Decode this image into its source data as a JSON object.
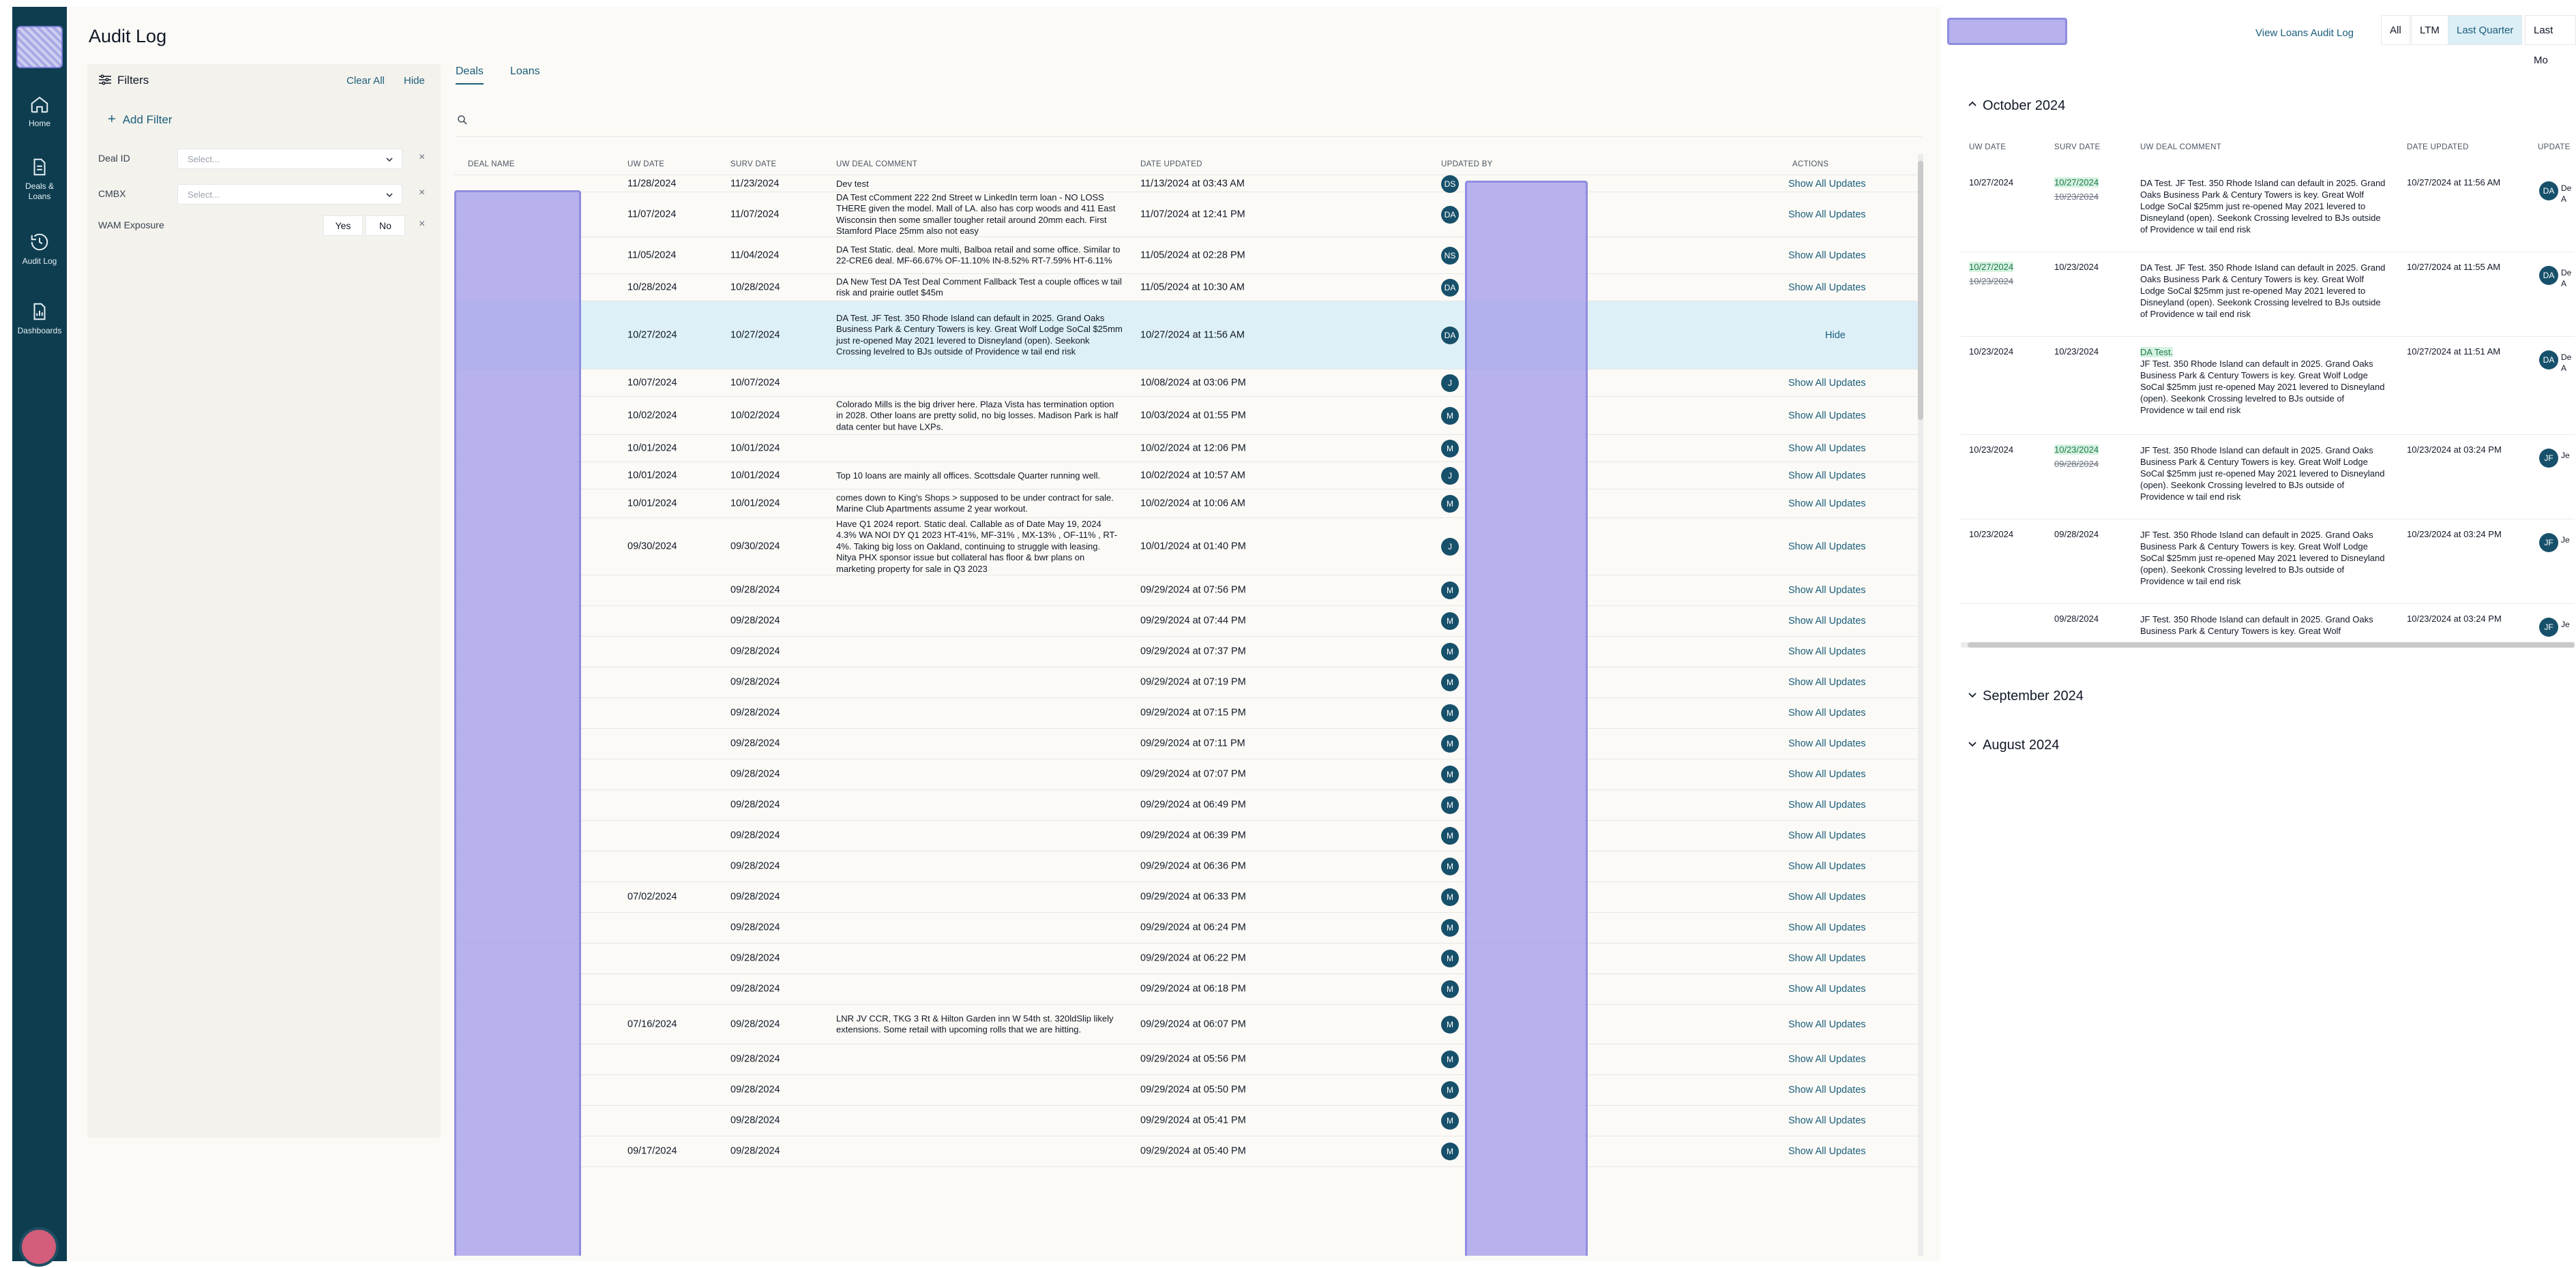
{
  "nav": {
    "items": [
      {
        "label": "Home",
        "icon": "home-icon"
      },
      {
        "label": "Deals & Loans",
        "icon": "document-icon"
      },
      {
        "label": "Audit Log",
        "icon": "history-icon"
      },
      {
        "label": "Dashboards",
        "icon": "chart-file-icon"
      }
    ]
  },
  "page": {
    "title": "Audit Log"
  },
  "filters": {
    "title": "Filters",
    "clear_all": "Clear All",
    "hide": "Hide",
    "add_filter": "Add Filter",
    "rows": [
      {
        "label": "Deal ID",
        "placeholder": "Select..."
      },
      {
        "label": "CMBX",
        "placeholder": "Select..."
      }
    ],
    "wam": {
      "label": "WAM Exposure",
      "yes": "Yes",
      "no": "No"
    },
    "remove": "×"
  },
  "tabs": {
    "deals": "Deals",
    "loans": "Loans"
  },
  "table": {
    "headers": {
      "deal_name": "DEAL NAME",
      "uw_date": "UW DATE",
      "surv_date": "SURV DATE",
      "uw_comment": "UW DEAL COMMENT",
      "date_updated": "DATE UPDATED",
      "updated_by": "UPDATED BY",
      "actions": "ACTIONS"
    },
    "rows": [
      {
        "uw": "11/28/2024",
        "surv": "11/23/2024",
        "comment": "Dev test",
        "updated": "11/13/2024 at 03:43 AM",
        "avatar": "DS",
        "action": "Show All Updates"
      },
      {
        "uw": "11/07/2024",
        "surv": "11/07/2024",
        "comment": "DA Test cComment 222 2nd Street w LinkedIn term loan - NO LOSS THERE given the model. Mall of LA. also has corp woods and 411 East Wisconsin then some smaller tougher retail around 20mm each. First Stamford Place 25mm also not easy",
        "updated": "11/07/2024 at 12:41 PM",
        "avatar": "DA",
        "action": "Show All Updates"
      },
      {
        "uw": "11/05/2024",
        "surv": "11/04/2024",
        "comment": "DA Test Static. deal. More multi, Balboa retail and some office. Similar to 22-CRE6 deal. MF-66.67% OF-11.10% IN-8.52% RT-7.59% HT-6.11%",
        "updated": "11/05/2024 at 02:28 PM",
        "avatar": "NS",
        "action": "Show All Updates"
      },
      {
        "uw": "10/28/2024",
        "surv": "10/28/2024",
        "comment": "DA New Test DA Test Deal Comment Fallback Test a couple offices w tail risk and prairie outlet $45m",
        "updated": "11/05/2024 at 10:30 AM",
        "avatar": "DA",
        "action": "Show All Updates"
      },
      {
        "uw": "10/27/2024",
        "surv": "10/27/2024",
        "comment": "DA Test. JF Test. 350 Rhode Island can default in 2025. Grand Oaks Business Park & Century Towers is key. Great Wolf Lodge SoCal $25mm just re-opened May 2021 levered to Disneyland (open). Seekonk Crossing levelred to BJs outside of Providence w tail end risk",
        "updated": "10/27/2024 at 11:56 AM",
        "avatar": "DA",
        "action": "Hide"
      },
      {
        "uw": "10/07/2024",
        "surv": "10/07/2024",
        "comment": "",
        "updated": "10/08/2024 at 03:06 PM",
        "avatar": "J",
        "action": "Show All Updates"
      },
      {
        "uw": "10/02/2024",
        "surv": "10/02/2024",
        "comment": "Colorado Mills is the big driver here. Plaza Vista has termination option in 2028. Other loans are pretty solid, no big losses. Madison Park is half data center but have LXPs.",
        "updated": "10/03/2024 at 01:55 PM",
        "avatar": "M",
        "action": "Show All Updates"
      },
      {
        "uw": "10/01/2024",
        "surv": "10/01/2024",
        "comment": "",
        "updated": "10/02/2024 at 12:06 PM",
        "avatar": "M",
        "action": "Show All Updates"
      },
      {
        "uw": "10/01/2024",
        "surv": "10/01/2024",
        "comment": "Top 10 loans are mainly all offices. Scottsdale Quarter running well.",
        "updated": "10/02/2024 at 10:57 AM",
        "avatar": "J",
        "action": "Show All Updates"
      },
      {
        "uw": "10/01/2024",
        "surv": "10/01/2024",
        "comment": "comes down to King's Shops > supposed to be under contract for sale. Marine Club Apartments assume 2 year workout.",
        "updated": "10/02/2024 at 10:06 AM",
        "avatar": "M",
        "action": "Show All Updates"
      },
      {
        "uw": "09/30/2024",
        "surv": "09/30/2024",
        "comment": "Have Q1 2024 report. Static deal. Callable as of Date May 19, 2024 4.3% WA NOI DY Q1 2023 HT-41%, MF-31% , MX-13% , OF-11% , RT-4%. Taking big loss on Oakland, continuing to struggle with leasing. Nitya PHX sponsor issue but collateral has floor & bwr plans on marketing property for sale in Q3 2023",
        "updated": "10/01/2024 at 01:40 PM",
        "avatar": "J",
        "action": "Show All Updates"
      },
      {
        "uw": "",
        "surv": "09/28/2024",
        "comment": "",
        "updated": "09/29/2024 at 07:56 PM",
        "avatar": "M",
        "action": "Show All Updates"
      },
      {
        "uw": "",
        "surv": "09/28/2024",
        "comment": "",
        "updated": "09/29/2024 at 07:44 PM",
        "avatar": "M",
        "action": "Show All Updates"
      },
      {
        "uw": "",
        "surv": "09/28/2024",
        "comment": "",
        "updated": "09/29/2024 at 07:37 PM",
        "avatar": "M",
        "action": "Show All Updates"
      },
      {
        "uw": "",
        "surv": "09/28/2024",
        "comment": "",
        "updated": "09/29/2024 at 07:19 PM",
        "avatar": "M",
        "action": "Show All Updates"
      },
      {
        "uw": "",
        "surv": "09/28/2024",
        "comment": "",
        "updated": "09/29/2024 at 07:15 PM",
        "avatar": "M",
        "action": "Show All Updates"
      },
      {
        "uw": "",
        "surv": "09/28/2024",
        "comment": "",
        "updated": "09/29/2024 at 07:11 PM",
        "avatar": "M",
        "action": "Show All Updates"
      },
      {
        "uw": "",
        "surv": "09/28/2024",
        "comment": "",
        "updated": "09/29/2024 at 07:07 PM",
        "avatar": "M",
        "action": "Show All Updates"
      },
      {
        "uw": "",
        "surv": "09/28/2024",
        "comment": "",
        "updated": "09/29/2024 at 06:49 PM",
        "avatar": "M",
        "action": "Show All Updates"
      },
      {
        "uw": "",
        "surv": "09/28/2024",
        "comment": "",
        "updated": "09/29/2024 at 06:39 PM",
        "avatar": "M",
        "action": "Show All Updates"
      },
      {
        "uw": "",
        "surv": "09/28/2024",
        "comment": "",
        "updated": "09/29/2024 at 06:36 PM",
        "avatar": "M",
        "action": "Show All Updates"
      },
      {
        "uw": "07/02/2024",
        "surv": "09/28/2024",
        "comment": "",
        "updated": "09/29/2024 at 06:33 PM",
        "avatar": "M",
        "action": "Show All Updates"
      },
      {
        "uw": "",
        "surv": "09/28/2024",
        "comment": "",
        "updated": "09/29/2024 at 06:24 PM",
        "avatar": "M",
        "action": "Show All Updates"
      },
      {
        "uw": "",
        "surv": "09/28/2024",
        "comment": "",
        "updated": "09/29/2024 at 06:22 PM",
        "avatar": "M",
        "action": "Show All Updates"
      },
      {
        "uw": "",
        "surv": "09/28/2024",
        "comment": "",
        "updated": "09/29/2024 at 06:18 PM",
        "avatar": "M",
        "action": "Show All Updates"
      },
      {
        "uw": "07/16/2024",
        "surv": "09/28/2024",
        "comment": "LNR JV CCR, TKG 3 Rt & Hilton Garden inn W 54th st. 320ldSlip likely extensions. Some retail with upcoming rolls that we are hitting.",
        "updated": "09/29/2024 at 06:07 PM",
        "avatar": "M",
        "action": "Show All Updates"
      },
      {
        "uw": "",
        "surv": "09/28/2024",
        "comment": "",
        "updated": "09/29/2024 at 05:56 PM",
        "avatar": "M",
        "action": "Show All Updates"
      },
      {
        "uw": "",
        "surv": "09/28/2024",
        "comment": "",
        "updated": "09/29/2024 at 05:50 PM",
        "avatar": "M",
        "action": "Show All Updates"
      },
      {
        "uw": "",
        "surv": "09/28/2024",
        "comment": "",
        "updated": "09/29/2024 at 05:41 PM",
        "avatar": "M",
        "action": "Show All Updates"
      },
      {
        "uw": "09/17/2024",
        "surv": "09/28/2024",
        "comment": "",
        "updated": "09/29/2024 at 05:40 PM",
        "avatar": "M",
        "action": "Show All Updates"
      }
    ]
  },
  "right_panel": {
    "link": "View Loans Audit Log",
    "segments": [
      "All",
      "LTM",
      "Last Quarter",
      "Last Mo"
    ],
    "selected_segment": "Last Quarter",
    "months": {
      "oct": "October 2024",
      "sep": "September 2024",
      "aug": "August 2024"
    },
    "headers": {
      "uw_date": "UW DATE",
      "surv_date": "SURV DATE",
      "uw_comment": "UW DEAL COMMENT",
      "date_updated": "DATE UPDATED",
      "updated": "UPDATE"
    },
    "rows": [
      {
        "uw": "10/27/2024",
        "uw_old": "",
        "surv": "10/27/2024",
        "surv_old": "10/23/2024",
        "comment_new": "",
        "comment": "DA Test. JF Test. 350 Rhode Island can default in 2025. Grand Oaks Business Park & Century Towers is key. Great Wolf Lodge SoCal $25mm just re-opened May 2021 levered to Disneyland (open). Seekonk Crossing levelred to BJs outside of Providence w tail end risk",
        "updated": "10/27/2024 at 11:56 AM",
        "avatar": "DA",
        "extra": "De A"
      },
      {
        "uw": "10/27/2024",
        "uw_old": "10/23/2024",
        "surv": "10/23/2024",
        "surv_old": "",
        "comment_new": "",
        "comment": "DA Test. JF Test. 350 Rhode Island can default in 2025. Grand Oaks Business Park & Century Towers is key. Great Wolf Lodge SoCal $25mm just re-opened May 2021 levered to Disneyland (open). Seekonk Crossing levelred to BJs outside of Providence w tail end risk",
        "updated": "10/27/2024 at 11:55 AM",
        "avatar": "DA",
        "extra": "De A"
      },
      {
        "uw": "10/23/2024",
        "uw_old": "",
        "surv": "10/23/2024",
        "surv_old": "",
        "comment_new": "DA Test.",
        "comment": "JF Test. 350 Rhode Island can default in 2025. Grand Oaks Business Park & Century Towers is key. Great Wolf Lodge SoCal $25mm just re-opened May 2021 levered to Disneyland (open). Seekonk Crossing levelred to BJs outside of Providence w tail end risk",
        "updated": "10/27/2024 at 11:51 AM",
        "avatar": "DA",
        "extra": "De A"
      },
      {
        "uw": "10/23/2024",
        "uw_old": "",
        "surv": "10/23/2024",
        "surv_old": "09/28/2024",
        "comment_new": "",
        "comment": "JF Test. 350 Rhode Island can default in 2025. Grand Oaks Business Park & Century Towers is key. Great Wolf Lodge SoCal $25mm just re-opened May 2021 levered to Disneyland (open). Seekonk Crossing levelred to BJs outside of Providence w tail end risk",
        "updated": "10/23/2024 at 03:24 PM",
        "avatar": "JF",
        "extra": "Je"
      },
      {
        "uw": "10/23/2024",
        "uw_old": "",
        "surv": "09/28/2024",
        "surv_old": "",
        "comment_new": "",
        "comment": "JF Test. 350 Rhode Island can default in 2025. Grand Oaks Business Park & Century Towers is key. Great Wolf Lodge SoCal $25mm just re-opened May 2021 levered to Disneyland (open). Seekonk Crossing levelred to BJs outside of Providence w tail end risk",
        "updated": "10/23/2024 at 03:24 PM",
        "avatar": "JF",
        "extra": "Je"
      },
      {
        "uw": "",
        "uw_old": "",
        "surv": "09/28/2024",
        "surv_old": "",
        "comment_new": "",
        "comment": "JF Test. 350 Rhode Island can default in 2025. Grand Oaks Business Park & Century Towers is key. Great Wolf",
        "updated": "10/23/2024 at 03:24 PM",
        "avatar": "JF",
        "extra": "Je"
      }
    ]
  },
  "colors": {
    "nav": "#0f3d50",
    "accent": "#1b5e7b",
    "highlight_row": "#def0f7",
    "redaction": "#aaa5eb",
    "new_value": "#1d7a4a"
  }
}
